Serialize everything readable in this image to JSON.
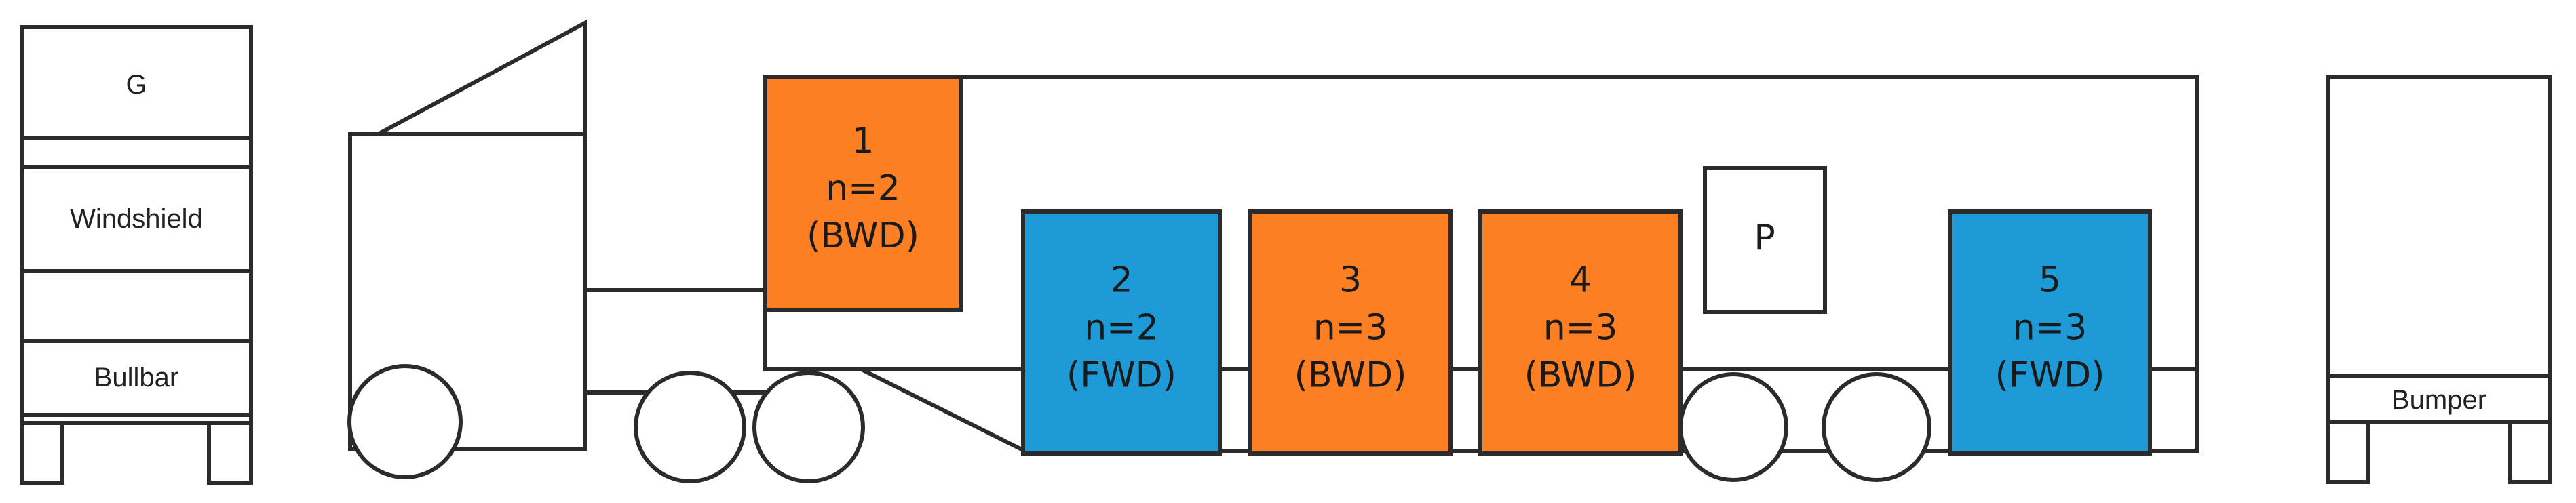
{
  "front_view": {
    "grille_label": "G",
    "windshield_label": "Windshield",
    "bullbar_label": "Bullbar"
  },
  "rear_view": {
    "bumper_label": "Bumper"
  },
  "side_view": {
    "p_label": "P",
    "modules": [
      {
        "number": "1",
        "n": "n=2",
        "dir": "(BWD)",
        "color": "#fd7f24"
      },
      {
        "number": "2",
        "n": "n=2",
        "dir": "(FWD)",
        "color": "#1e9ad7"
      },
      {
        "number": "3",
        "n": "n=3",
        "dir": "(BWD)",
        "color": "#fd7f24"
      },
      {
        "number": "4",
        "n": "n=3",
        "dir": "(BWD)",
        "color": "#fd7f24"
      },
      {
        "number": "5",
        "n": "n=3",
        "dir": "(FWD)",
        "color": "#1e9ad7"
      }
    ]
  }
}
